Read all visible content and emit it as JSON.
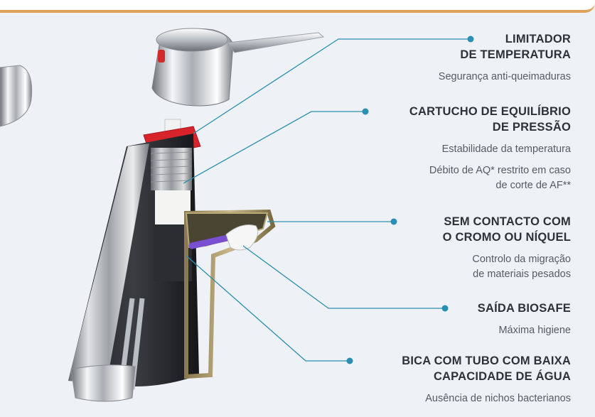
{
  "colors": {
    "background": "#eef2f6",
    "accent_border": "#e0a25a",
    "leader_line": "#2a8fb0",
    "dot": "#2a8fb0",
    "title_text": "#2e3238",
    "desc_text": "#555b63"
  },
  "callouts": [
    {
      "title": "LIMITADOR\nDE TEMPERATURA",
      "descriptions": [
        "Segurança anti-queimaduras"
      ]
    },
    {
      "title": "CARTUCHO DE EQUILÍBRIO\nDE PRESSÃO",
      "descriptions": [
        "Estabilidade da temperatura",
        "Débito de AQ* restrito em caso\nde corte de AF**"
      ]
    },
    {
      "title": "SEM CONTACTO COM\nO CROMO OU NÍQUEL",
      "descriptions": [
        "Controlo da migração\nde materiais pesados"
      ]
    },
    {
      "title": "SAÍDA BIOSAFE",
      "descriptions": [
        "Máxima higiene"
      ]
    },
    {
      "title": "BICA COM TUBO COM BAIXA\nCAPACIDADE DE ÁGUA",
      "descriptions": [
        "Ausência de nichos bacterianos"
      ]
    }
  ]
}
